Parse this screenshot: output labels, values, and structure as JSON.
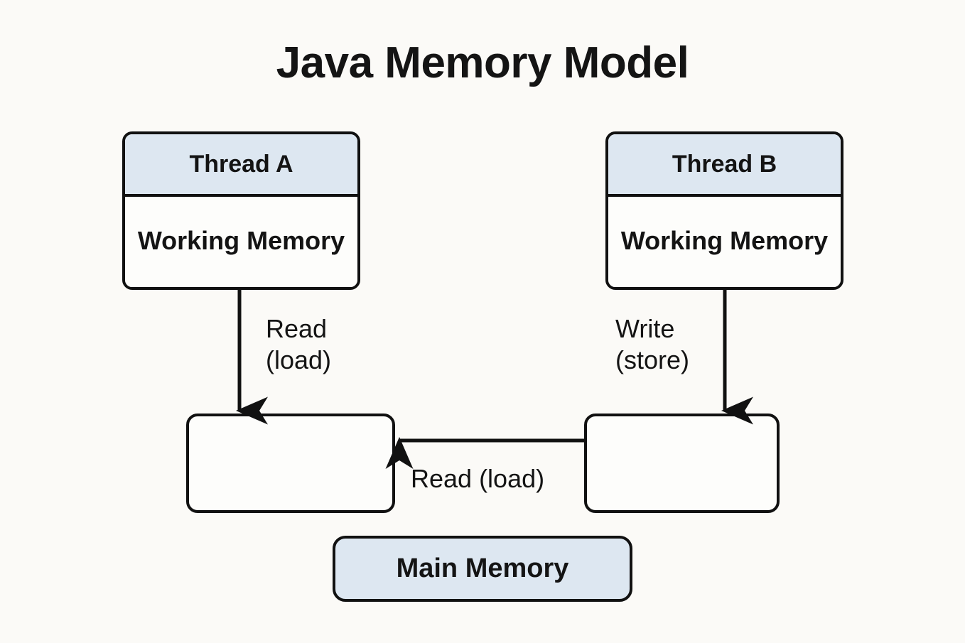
{
  "title": "Java Memory Model",
  "background_color": "#fbfaf7",
  "accent_color": "#dde7f1",
  "stroke_color": "#111111",
  "nodes": {
    "thread_a": {
      "header_label": "Thread A",
      "body_label": "Working\nMemory"
    },
    "thread_b": {
      "header_label": "Thread B",
      "body_label": "Working\nMemory"
    },
    "cache_a": {
      "label": ""
    },
    "cache_b": {
      "label": ""
    },
    "main_memory": {
      "label": "Main Memory"
    }
  },
  "edges": {
    "thread_a_to_cache_a": {
      "label": "Read\n(load)",
      "direction": "down"
    },
    "thread_b_to_cache_b": {
      "label": "Write\n(store)",
      "direction": "down"
    },
    "cache_b_to_cache_a": {
      "label": "Read (load)",
      "direction": "left"
    }
  }
}
